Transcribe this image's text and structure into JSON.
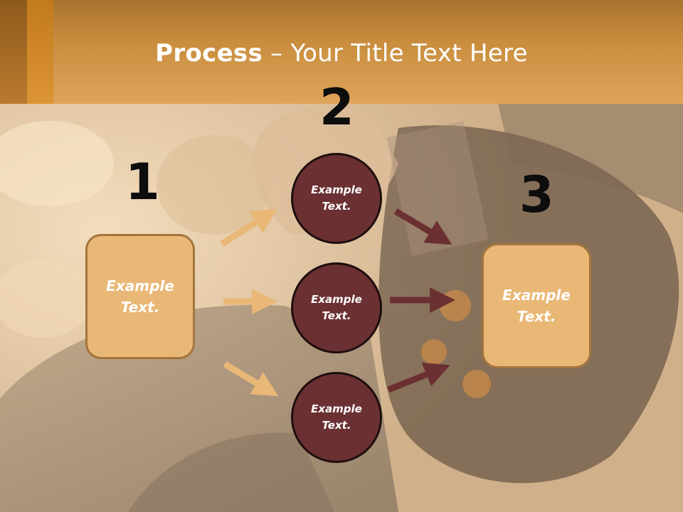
{
  "slide": {
    "title_bold": "Process",
    "title_rest": " – Your Title Text Here"
  },
  "steps": {
    "one": "1",
    "two": "2",
    "three": "3"
  },
  "nodes": {
    "left_box": {
      "line1": "Example",
      "line2": "Text."
    },
    "circle_top": {
      "line1": "Example",
      "line2": "Text."
    },
    "circle_middle": {
      "line1": "Example",
      "line2": "Text."
    },
    "circle_bottom": {
      "line1": "Example",
      "line2": "Text."
    },
    "right_box": {
      "line1": "Example",
      "line2": "Text."
    }
  },
  "colors": {
    "header_band": "#dea55a",
    "box_fill": "#e9b877",
    "box_border": "#a3753d",
    "circle_fill": "#6b3032",
    "arrow_light": "#e9b877",
    "arrow_dark": "#6b3032"
  }
}
